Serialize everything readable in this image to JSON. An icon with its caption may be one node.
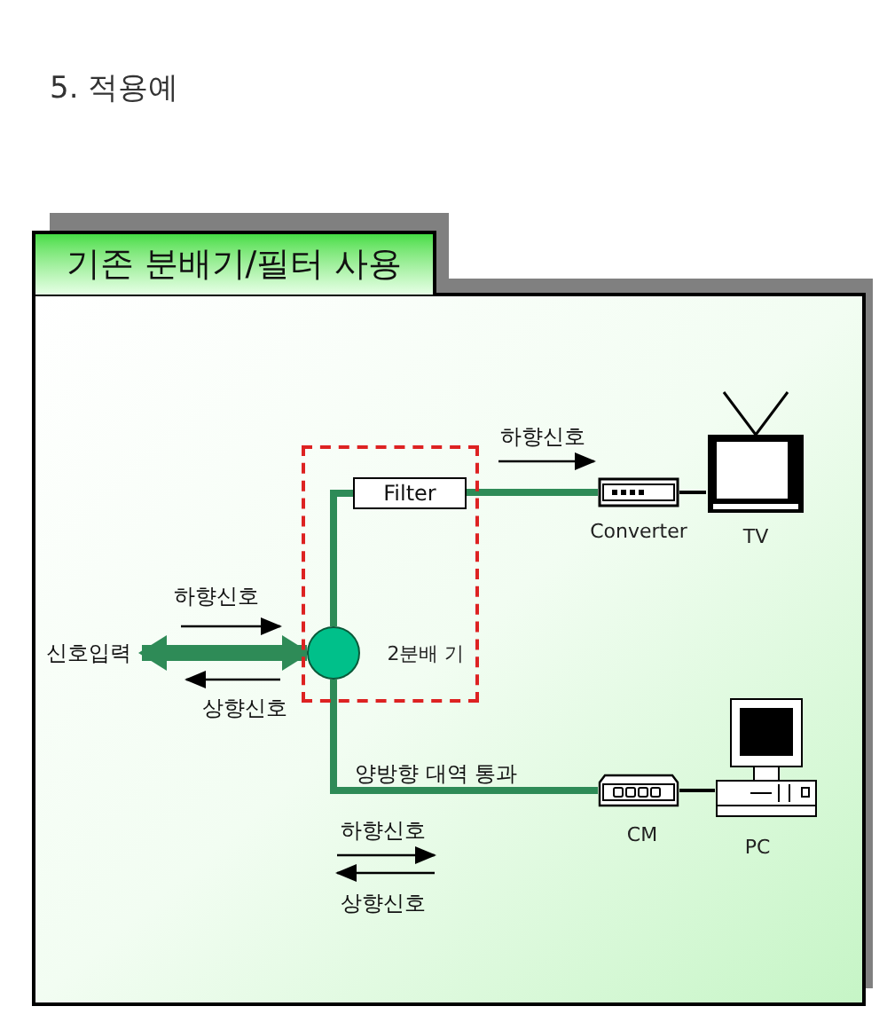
{
  "diagram": {
    "title": "5. 적용예",
    "nodes": [
      {
        "text": [
          "기존 분배기/필터 사용"
        ]
      },
      {
        "text": [],
        "shape": "box",
        "in": 0
      },
      {
        "text": [
          "Filter"
        ],
        "in": 1
      },
      {
        "text": [],
        "shape": "circle",
        "in": 1,
        "beside": [
          "2분배 기"
        ]
      },
      {
        "text": [
          "신호입력"
        ],
        "in": 0
      },
      {
        "text": [],
        "shape": "picture",
        "in": 0,
        "beside": [
          "Converter"
        ]
      },
      {
        "text": [],
        "shape": "picture",
        "in": 0,
        "beside": [
          "TV"
        ]
      },
      {
        "text": [],
        "shape": "picture",
        "in": 0,
        "beside": [
          "CM"
        ]
      },
      {
        "text": [],
        "shape": "picture",
        "in": 0,
        "beside": [
          "PC"
        ]
      }
    ],
    "edges": [
      {
        "from": 4,
        "to": 3,
        "arrow": "both",
        "style": "thick"
      },
      {
        "from": 3,
        "to": 2,
        "arrow": "none"
      },
      {
        "from": 2,
        "to": 5,
        "arrow": "none"
      },
      {
        "from": 5,
        "to": 6,
        "arrow": "none",
        "color": "#000000"
      },
      {
        "from": 3,
        "to": 7,
        "arrow": "none",
        "label": "양방향 대역 통과"
      },
      {
        "from": 7,
        "to": 8,
        "arrow": "none",
        "color": "#000000"
      }
    ],
    "labels": [
      "하향신호",
      "하향신호",
      "상향신호",
      "하향신호",
      "상향신호"
    ]
  }
}
